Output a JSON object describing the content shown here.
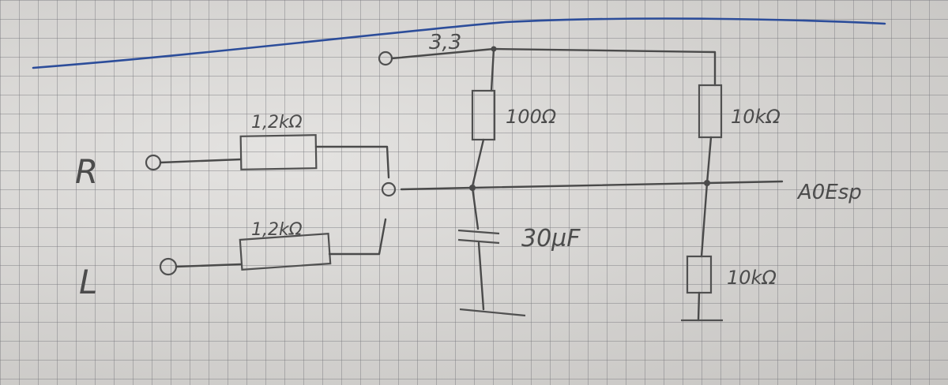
{
  "labels": {
    "supply": "3,3",
    "r_top": "1,2kΩ",
    "r_bottom": "1,2kΩ",
    "r_100": "100Ω",
    "r_10k_top": "10kΩ",
    "r_10k_bottom": "10kΩ",
    "cap": "30µF",
    "output": "A0Esp",
    "input_right": "R",
    "input_left": "L"
  },
  "colors": {
    "pencil": "#4a4a4a",
    "pen_line": "#2c4d9a",
    "paper": "#d6d4d1"
  }
}
